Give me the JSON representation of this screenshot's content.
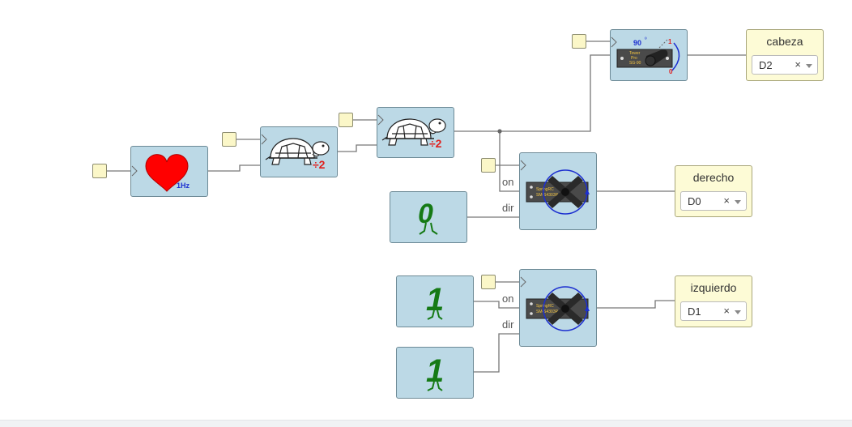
{
  "blocks": {
    "heart": {
      "label": "1Hz",
      "color": "#ff0000"
    },
    "divider1": {
      "label": "÷2"
    },
    "divider2": {
      "label": "÷2"
    },
    "servo_cabeza": {
      "angle": "90",
      "angle_unit": "º",
      "max": "1",
      "min": "0",
      "brand_line1": "Tower",
      "brand_line2": "Pro",
      "brand_line3": "SG-90"
    },
    "servo_derecho": {
      "brand_line1": "SpringRC",
      "brand_line2": "SM-S4303R"
    },
    "servo_izquierdo": {
      "brand_line1": "SpringRC",
      "brand_line2": "SM-S4303R"
    },
    "const_zero": {
      "value": "0"
    },
    "const_one_a": {
      "value": "1"
    },
    "const_one_b": {
      "value": "1"
    }
  },
  "ports": {
    "derecho_on": "on",
    "derecho_dir": "dir",
    "izquierdo_on": "on",
    "izquierdo_dir": "dir"
  },
  "outputs": {
    "cabeza": {
      "title": "cabeza",
      "pin": "D2",
      "clear": "×"
    },
    "derecho": {
      "title": "derecho",
      "pin": "D0",
      "clear": "×"
    },
    "izquierdo": {
      "title": "izquierdo",
      "pin": "D1",
      "clear": "×"
    }
  },
  "colors": {
    "block_bg": "#bcd9e6",
    "output_bg": "#fdfbd6",
    "pin_bg": "#fbf7c8",
    "wire": "#777777",
    "digit_green": "#157a15",
    "heart_red": "#ff0000"
  }
}
